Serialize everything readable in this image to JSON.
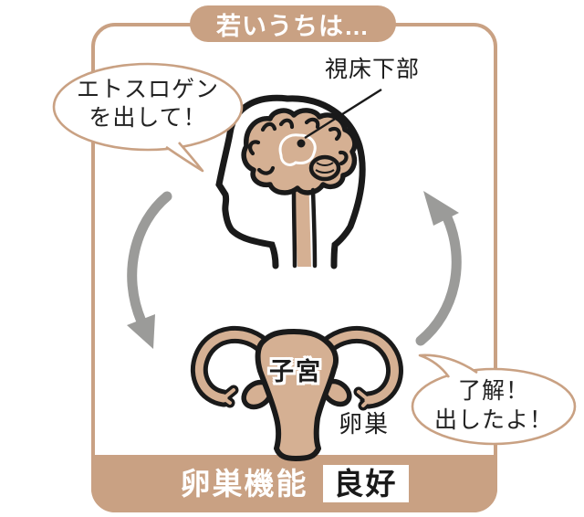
{
  "title_banner": {
    "text": "若いうちは…"
  },
  "speech_bubble_left": {
    "line1": "エトスロゲン",
    "line2": "を出して！"
  },
  "brain": {
    "label": "視床下部"
  },
  "organs": {
    "uterus_label": "子宮",
    "ovary_label": "卵巣"
  },
  "speech_bubble_right": {
    "line1": "了解！",
    "line2": "出したよ！"
  },
  "bottom_banner": {
    "label": "卵巣機能",
    "status": "良好"
  },
  "icons": {
    "left_arrow": "down-cycle-arrow",
    "right_arrow": "up-cycle-arrow"
  },
  "colors": {
    "frame_tan": "#c9a183",
    "organ_fill_tan": "#d5b093",
    "arrow_gray": "#9b9b99",
    "outline_black": "#1a1a1a",
    "banner_text_white": "#ffffff",
    "status_text_black": "#1a1a1a"
  }
}
